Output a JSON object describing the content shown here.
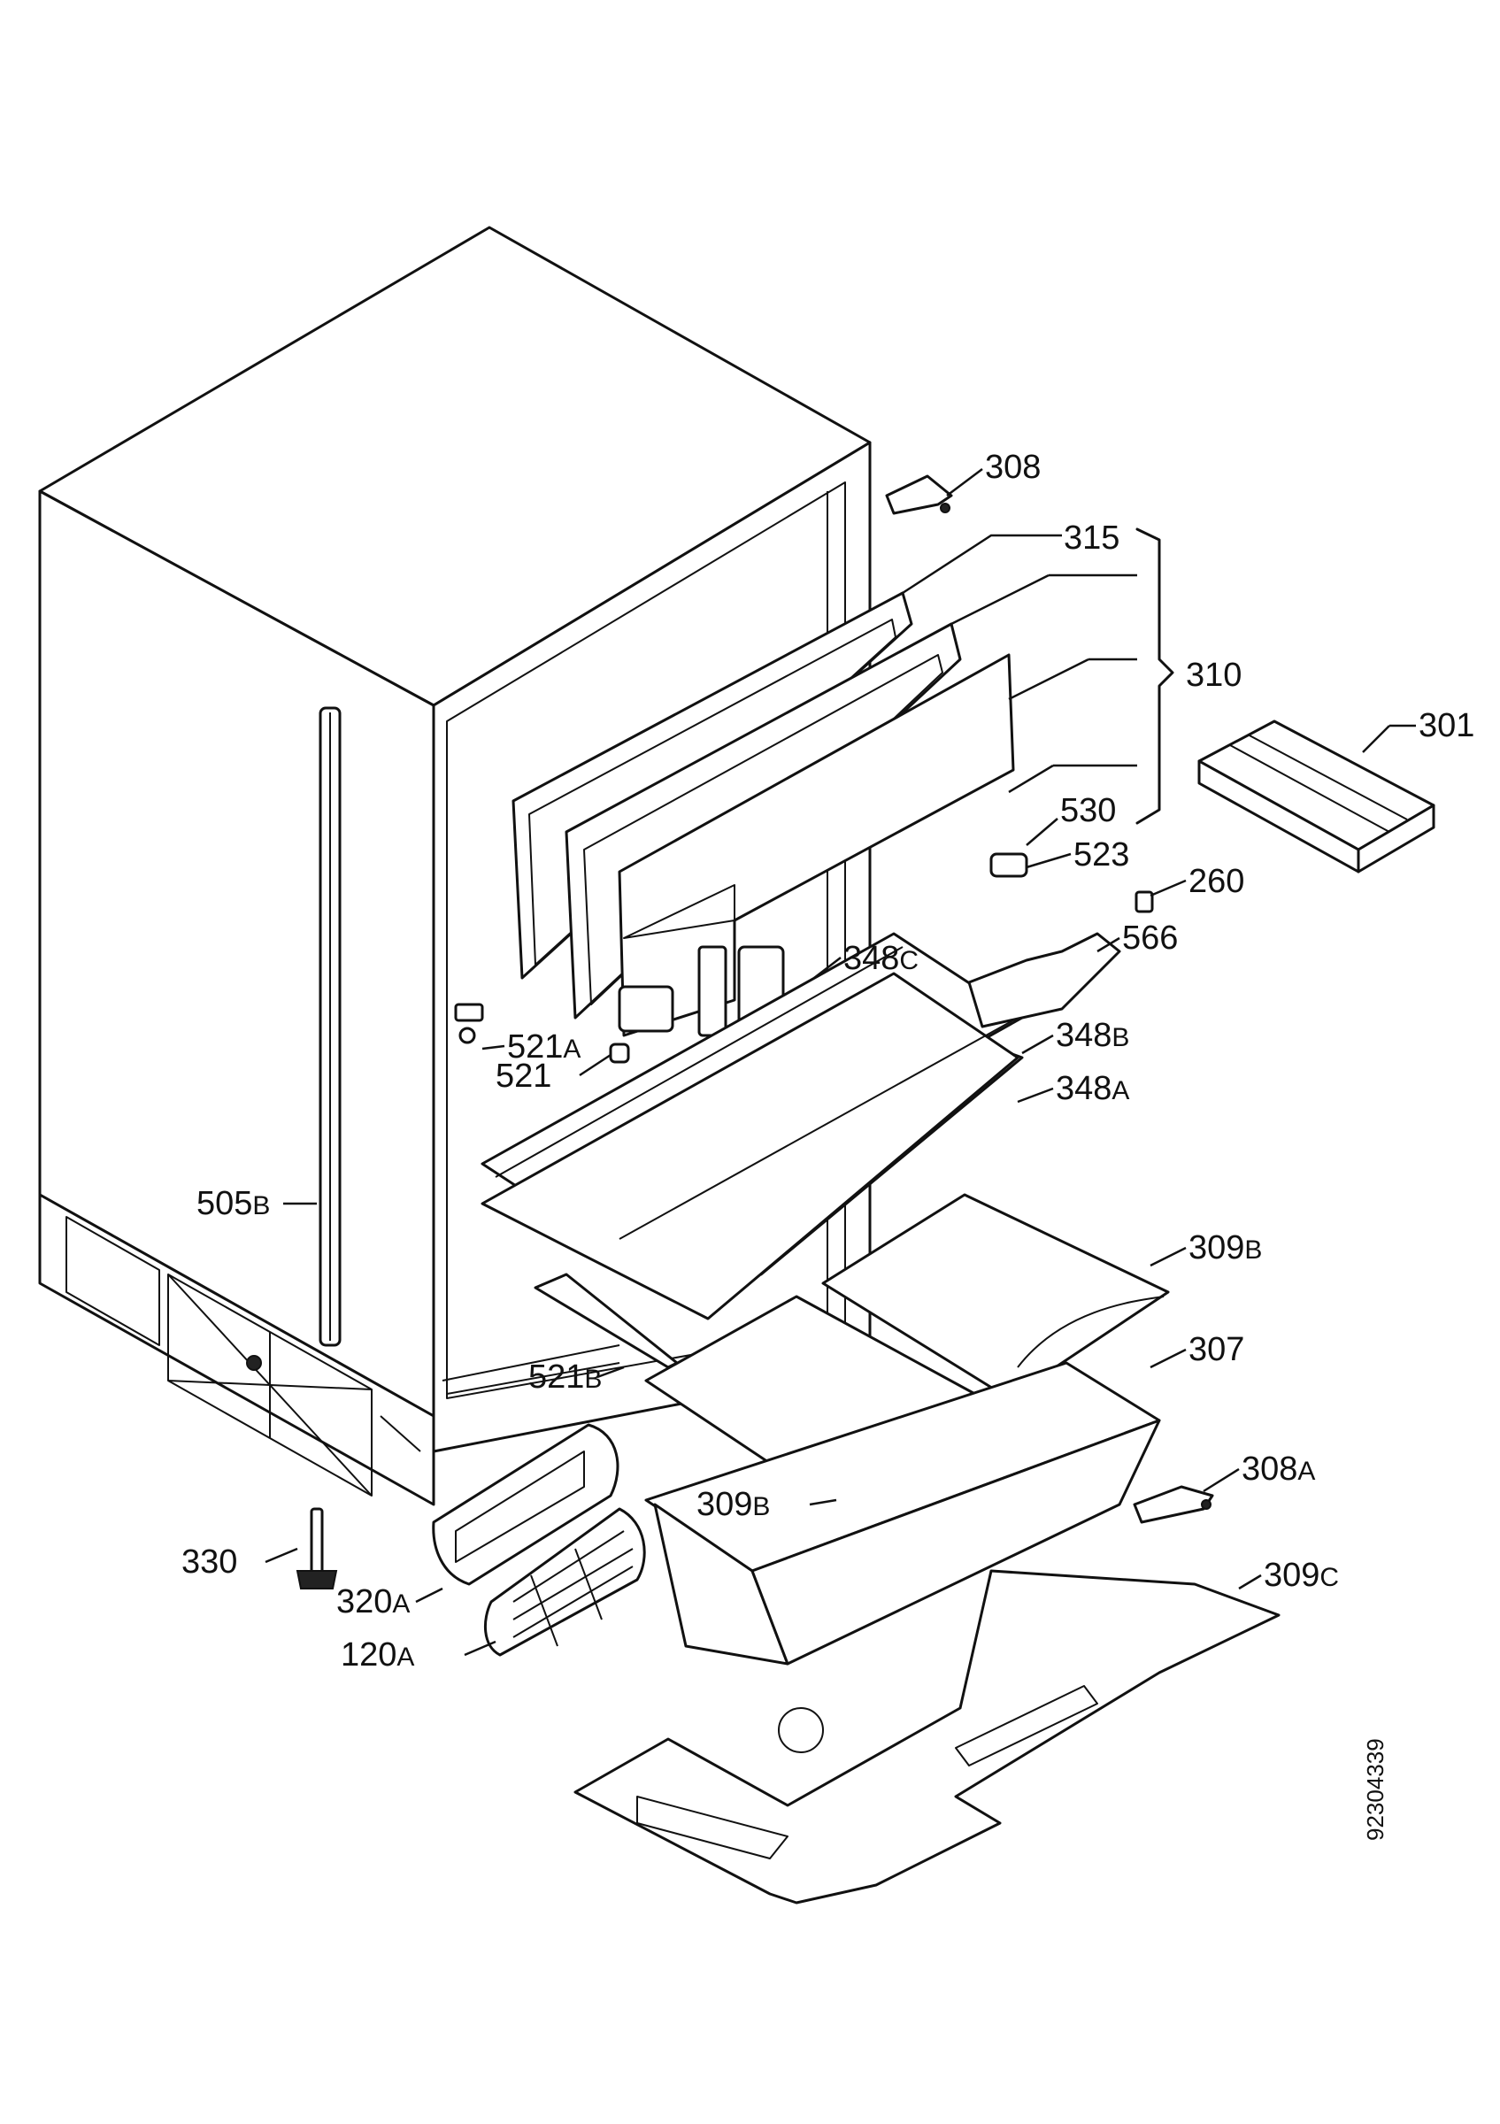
{
  "figure": {
    "document_number": "92304339"
  },
  "callouts": [
    {
      "id": "308",
      "num": "308",
      "suffix": ""
    },
    {
      "id": "315",
      "num": "315",
      "suffix": ""
    },
    {
      "id": "310",
      "num": "310",
      "suffix": ""
    },
    {
      "id": "301",
      "num": "301",
      "suffix": ""
    },
    {
      "id": "530",
      "num": "530",
      "suffix": ""
    },
    {
      "id": "523",
      "num": "523",
      "suffix": ""
    },
    {
      "id": "260",
      "num": "260",
      "suffix": ""
    },
    {
      "id": "566",
      "num": "566",
      "suffix": ""
    },
    {
      "id": "348C",
      "num": "348",
      "suffix": "C"
    },
    {
      "id": "521A",
      "num": "521",
      "suffix": "A"
    },
    {
      "id": "521",
      "num": "521",
      "suffix": ""
    },
    {
      "id": "348B",
      "num": "348",
      "suffix": "B"
    },
    {
      "id": "348A",
      "num": "348",
      "suffix": "A"
    },
    {
      "id": "505B",
      "num": "505",
      "suffix": "B"
    },
    {
      "id": "309B-top",
      "num": "309",
      "suffix": "B"
    },
    {
      "id": "521B",
      "num": "521",
      "suffix": "B"
    },
    {
      "id": "307",
      "num": "307",
      "suffix": ""
    },
    {
      "id": "308A",
      "num": "308",
      "suffix": "A"
    },
    {
      "id": "309B-bottom",
      "num": "309",
      "suffix": "B"
    },
    {
      "id": "330",
      "num": "330",
      "suffix": ""
    },
    {
      "id": "320A",
      "num": "320",
      "suffix": "A"
    },
    {
      "id": "309C",
      "num": "309",
      "suffix": "C"
    },
    {
      "id": "120A",
      "num": "120",
      "suffix": "A"
    }
  ]
}
